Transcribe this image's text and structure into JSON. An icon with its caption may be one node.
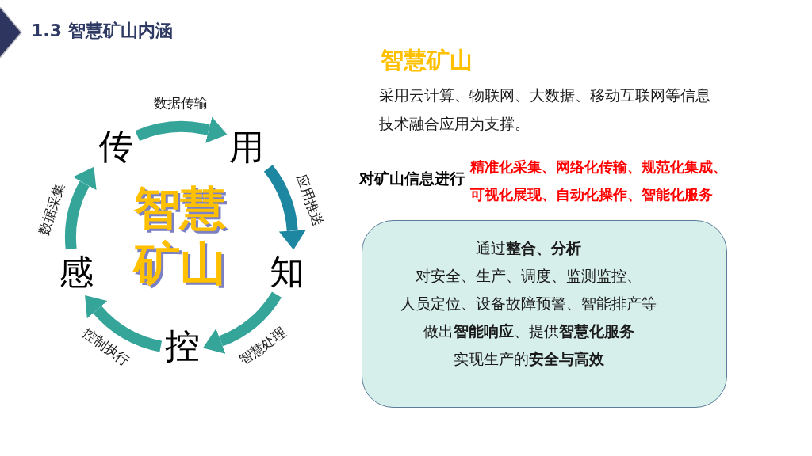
{
  "diagram": {
    "title": "1.3 智慧矿山内涵",
    "nodes": [
      {
        "text": [
          "传"
        ]
      },
      {
        "text": [
          "用"
        ]
      },
      {
        "text": [
          "感"
        ]
      },
      {
        "text": [
          "知"
        ]
      },
      {
        "text": [
          "控"
        ]
      },
      {
        "text": [
          "通过**整合、分析**",
          "对安全、生产、调度、监测监控、",
          "人员定位、设备故障预警、智能排产等",
          "做出**智能响应**、提供**智慧化服务**",
          "实现生产的**安全与高效**"
        ]
      }
    ],
    "edges": [
      {
        "from": 2,
        "to": 0,
        "arrow": "to",
        "label": "数据采集"
      },
      {
        "from": 0,
        "to": 1,
        "arrow": "to",
        "label": "数据传输"
      },
      {
        "from": 1,
        "to": 3,
        "arrow": "to",
        "label": "应用推送",
        "color": "#1d87a2"
      },
      {
        "from": 3,
        "to": 4,
        "arrow": "to",
        "label": "智慧处理"
      },
      {
        "from": 4,
        "to": 2,
        "arrow": "to",
        "label": "控制执行"
      }
    ],
    "labels": [
      "智慧矿山",
      "智慧矿山",
      "采用云计算、物联网、大数据、移动互联网等信息技术融合应用为支撑。",
      "对矿山信息进行",
      "精准化采集、网络化传输、规范化集成、可视化展现、自动化操作、智能化服务"
    ]
  }
}
